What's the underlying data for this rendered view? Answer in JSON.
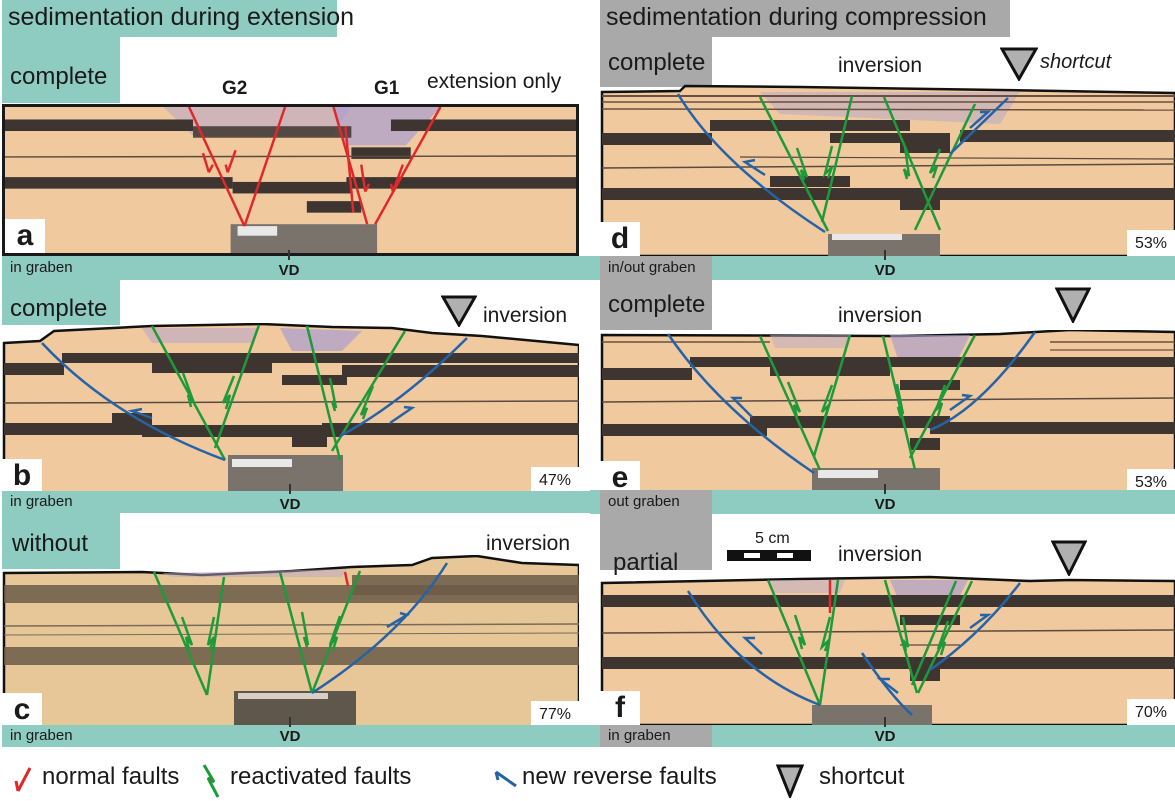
{
  "figure": {
    "columns": [
      {
        "id": "extension",
        "header": "sedimentation during extension",
        "color": "#8ecbc0"
      },
      {
        "id": "compression",
        "header": "sedimentation during compression",
        "color": "#a9a9a9"
      }
    ],
    "panels": [
      {
        "letter": "a",
        "sedimentation": "complete",
        "caption": "extension only",
        "position": "in graben",
        "percent": "",
        "graben_labels": [
          "G2",
          "G1"
        ],
        "shortcut": false,
        "shortcut_label": ""
      },
      {
        "letter": "b",
        "sedimentation": "complete",
        "caption": "inversion",
        "position": "in graben",
        "percent": "47%",
        "shortcut": true
      },
      {
        "letter": "c",
        "sedimentation": "without",
        "caption": "inversion",
        "position": "in graben",
        "percent": "77%",
        "shortcut": false
      },
      {
        "letter": "d",
        "sedimentation": "complete",
        "caption": "inversion",
        "position": "in/out graben",
        "percent": "53%",
        "shortcut": true,
        "shortcut_label": "shortcut"
      },
      {
        "letter": "e",
        "sedimentation": "complete",
        "caption": "inversion",
        "position": "out graben",
        "percent": "53%",
        "shortcut": true
      },
      {
        "letter": "f",
        "sedimentation": "partial",
        "caption": "inversion",
        "position": "in graben",
        "percent": "70%",
        "shortcut": true,
        "scale_bar": "5 cm"
      }
    ],
    "vd_label": "VD",
    "legend": [
      {
        "icon": "normal-fault-icon",
        "label": "normal faults",
        "color": "#e0282a"
      },
      {
        "icon": "reactivated-fault-icon",
        "label": "reactivated faults",
        "color": "#1e9a3a"
      },
      {
        "icon": "new-reverse-fault-icon",
        "label": "new reverse faults",
        "color": "#2563a8"
      },
      {
        "icon": "shortcut-triangle-icon",
        "label": "shortcut",
        "color": "#b0b0b0"
      }
    ]
  }
}
